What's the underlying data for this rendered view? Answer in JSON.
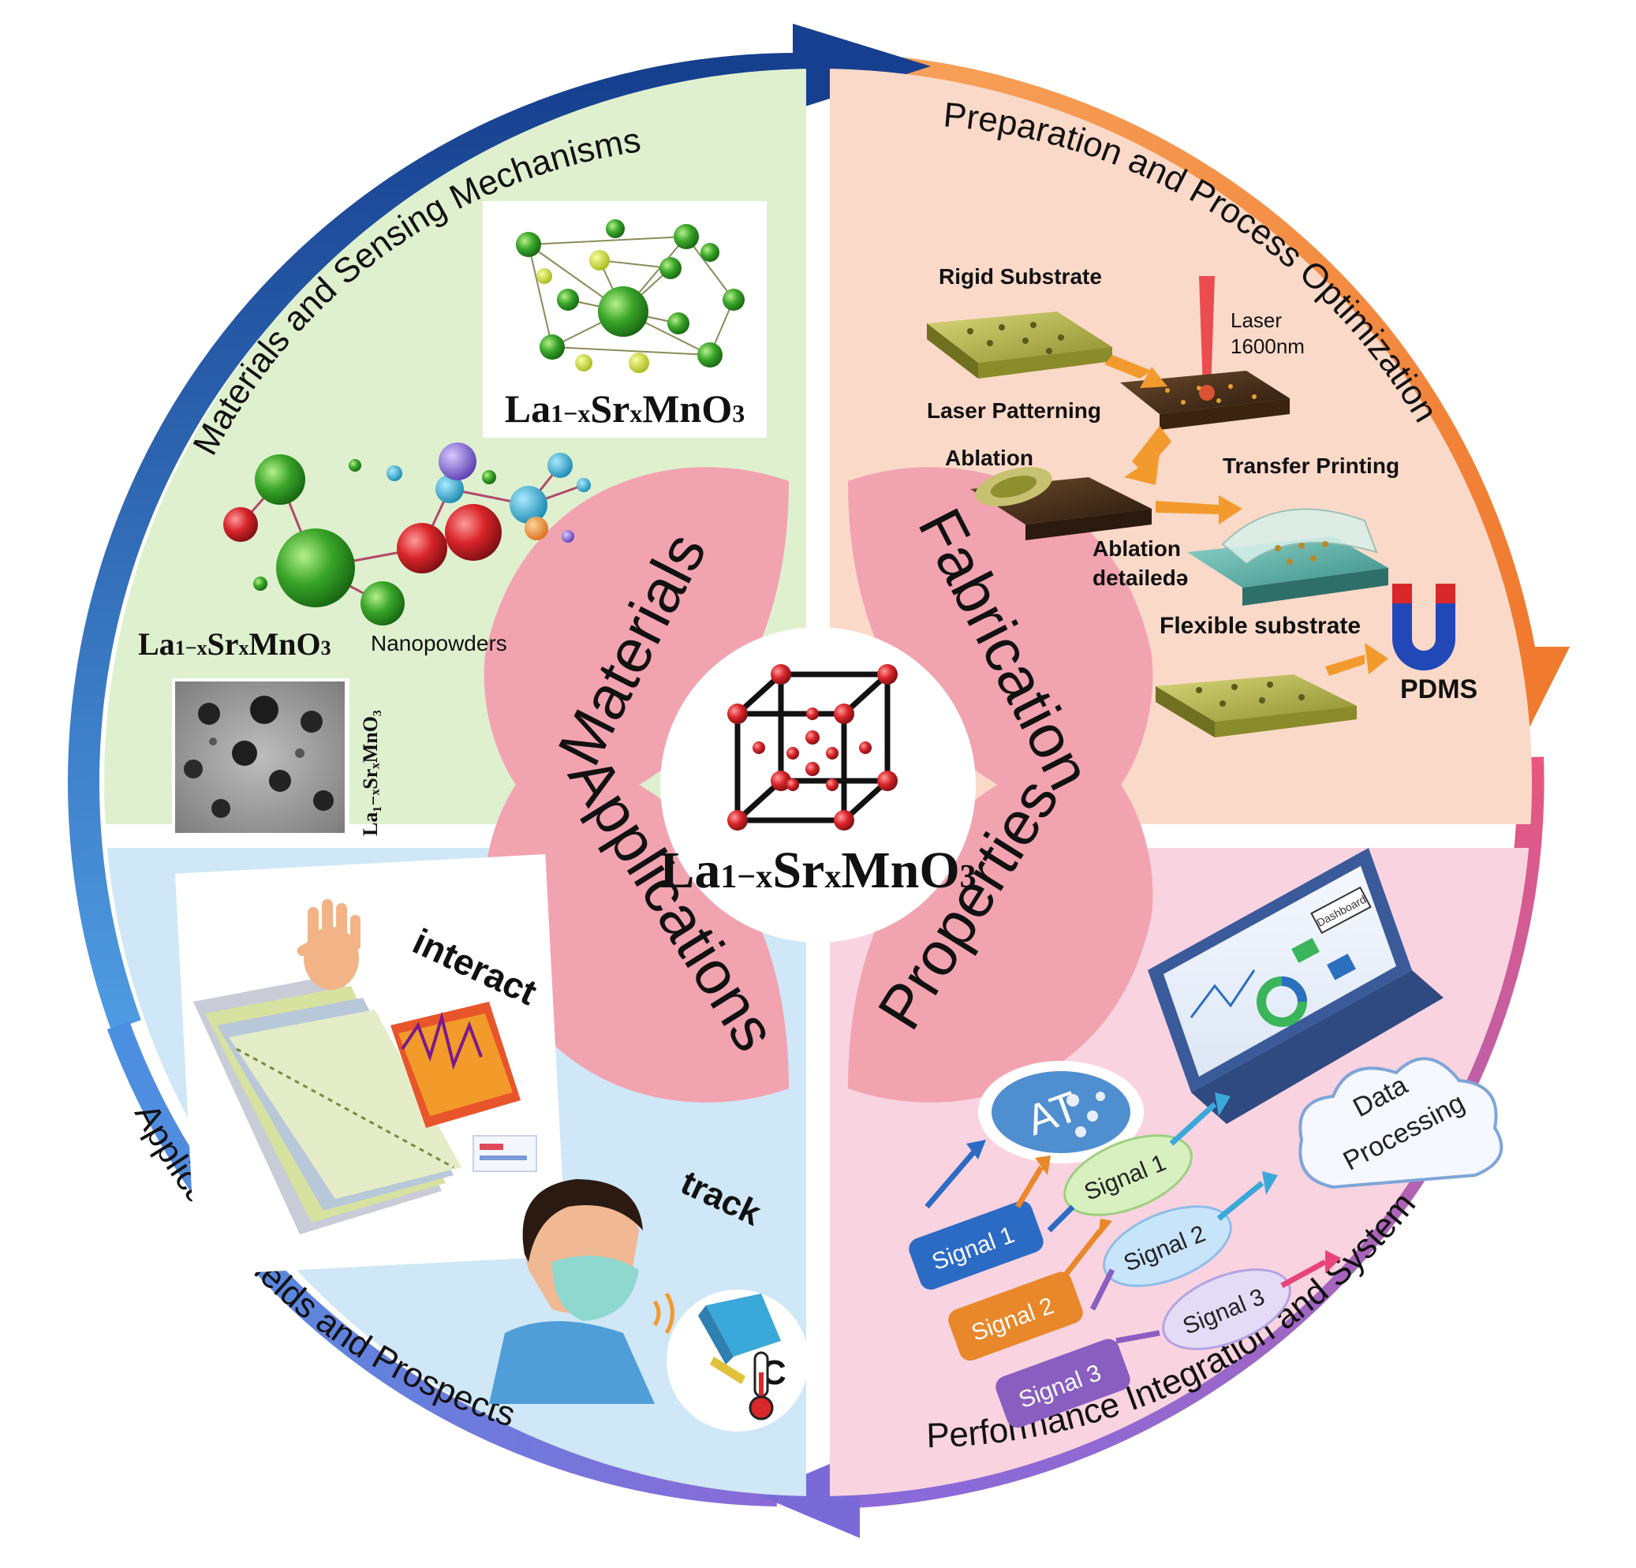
{
  "center": {
    "formula": {
      "base": "La",
      "sub1": "1−x",
      "mid": "Sr",
      "sub2": "x",
      "tail": "MnO",
      "sub3": "3"
    }
  },
  "petals": {
    "materials": "Materials",
    "fabrication": "Fabrication",
    "applications": "Applications",
    "properties": "Properties"
  },
  "ring_titles": {
    "materials": "Materials and Sensing Mechanisms",
    "fabrication": "Preparation and Process Optimization",
    "properties": "Performance Integration and System",
    "applications": "Application Fields and Prospects"
  },
  "materials_panel": {
    "formula_caption": {
      "base": "La",
      "sub1": "1−x",
      "mid": "Sr",
      "sub2": "x",
      "tail": "MnO",
      "sub3": "3"
    },
    "nanopowder_formula": {
      "base": "La",
      "sub1": "1−x",
      "mid": "Sr",
      "sub2": "x",
      "tail": "MnO",
      "sub3": "3"
    },
    "nanopowders_label": "Nanopowders",
    "micrograph_label": "La₁₋ₓSrₓMnO₃"
  },
  "fabrication_panel": {
    "rigid_substrate": "Rigid Substrate",
    "laser_line1": "Laser",
    "laser_line2": "1600nm",
    "laser_patterning": "Laser Patterning",
    "ablation": "Ablation",
    "transfer_printing": "Transfer Printing",
    "ablation_detail_line1": "Ablation",
    "ablation_detail_line2": "detailedə",
    "flexible_substrate": "Flexible substrate",
    "pdms": "PDMS"
  },
  "properties_panel": {
    "ai_label": "AT",
    "signals_left": [
      "Signal 1",
      "Signal 2",
      "Signal 3"
    ],
    "signals_mid": [
      "Signal 1",
      "Signal 2",
      "Signal 3"
    ],
    "data_processing_line1": "Data",
    "data_processing_line2": "Processing",
    "dashboard_label": "Dashboard"
  },
  "applications_panel": {
    "interact": "interact",
    "track": "track"
  },
  "colors": {
    "ring_blue": "#1a4fa0",
    "ring_orange": "#f08a3a",
    "ring_pink": "#e35b8a",
    "ring_purple": "#8a6ad8",
    "petal": "#f2a3b0",
    "q_materials": "#dff0cf",
    "q_fabrication": "#fbd9c8",
    "q_applications": "#cfe7f6",
    "q_properties": "#f9d3e0"
  }
}
